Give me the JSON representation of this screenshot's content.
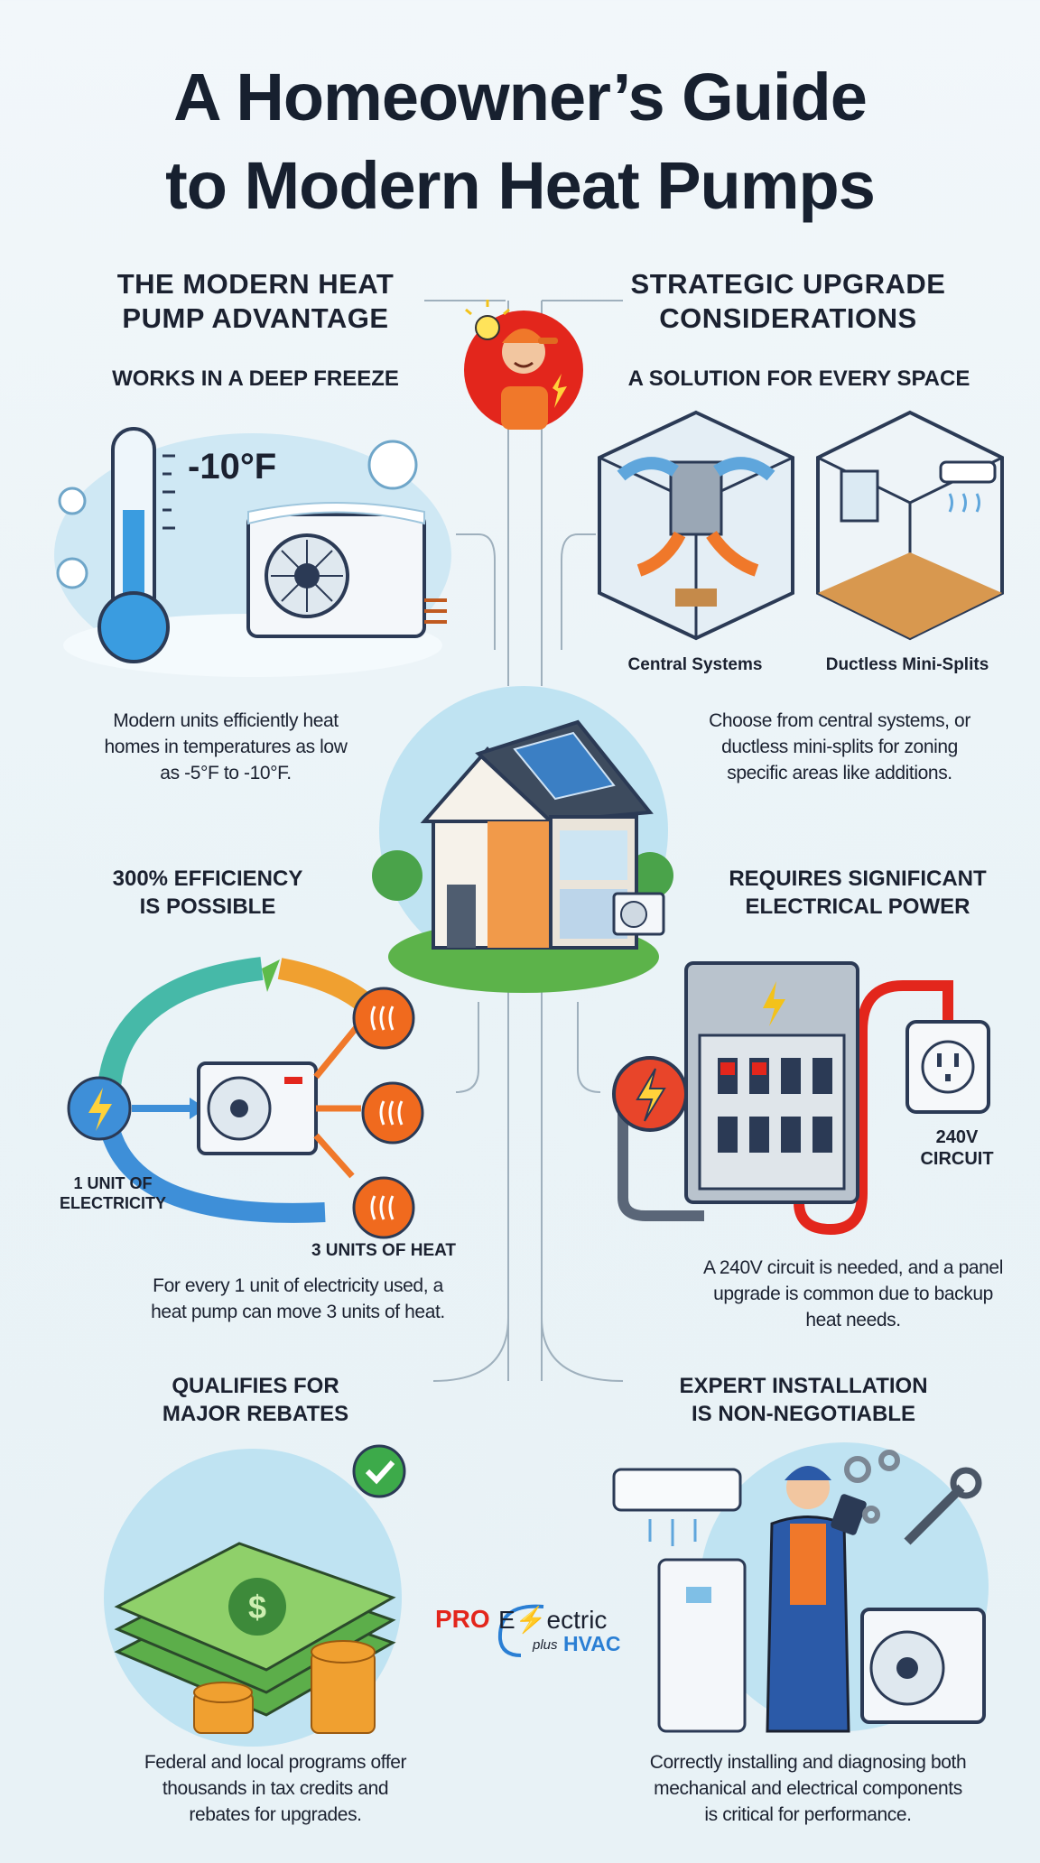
{
  "title": {
    "line1": "A Homeowner’s Guide",
    "line2": "to Modern Heat Pumps"
  },
  "left_column": {
    "heading": [
      "THE MODERN HEAT",
      "PUMP ADVANTAGE"
    ],
    "sections": [
      {
        "title": [
          "WORKS IN A DEEP FREEZE"
        ],
        "temp_label": "-10°F",
        "text": [
          "Modern units efficiently heat",
          "homes in temperatures as low",
          "as -5°F to -10°F."
        ]
      },
      {
        "title": [
          "300% EFFICIENCY",
          "IS POSSIBLE"
        ],
        "input_label": [
          "1 UNIT OF",
          "ELECTRICITY"
        ],
        "output_label": "3 UNITS OF HEAT",
        "text": [
          "For every 1 unit of electricity used, a",
          "heat pump can move 3 units of heat."
        ]
      },
      {
        "title": [
          "QUALIFIES FOR",
          "MAJOR REBATES"
        ],
        "text": [
          "Federal and local programs offer",
          "thousands in tax credits and",
          "rebates for upgrades."
        ]
      }
    ]
  },
  "right_column": {
    "heading": [
      "STRATEGIC UPGRADE",
      "CONSIDERATIONS"
    ],
    "sections": [
      {
        "title": [
          "A SOLUTION FOR EVERY SPACE"
        ],
        "options": [
          "Central Systems",
          "Ductless Mini-Splits"
        ],
        "text": [
          "Choose from central systems, or",
          "ductless mini-splits for zoning",
          "specific areas like additions."
        ]
      },
      {
        "title": [
          "REQUIRES SIGNIFICANT",
          "ELECTRICAL POWER"
        ],
        "circuit_label": [
          "240V",
          "CIRCUIT"
        ],
        "text": [
          "A 240V circuit is needed, and a panel",
          "upgrade is common due to backup",
          "heat needs."
        ]
      },
      {
        "title": [
          "EXPERT INSTALLATION",
          "IS NON-NEGOTIABLE"
        ],
        "text": [
          "Correctly installing and diagnosing both",
          "mechanical and electrical components",
          "is critical for performance."
        ]
      }
    ]
  },
  "logo": {
    "pro": "PRO",
    "electric": "E⚡ectric",
    "plus": "plus",
    "hvac": "HVAC"
  },
  "colors": {
    "accent_red": "#e3261c",
    "accent_blue": "#2a7fd4",
    "orange": "#f0782a",
    "green": "#3daa4a",
    "sky": "#bfe3f2"
  }
}
